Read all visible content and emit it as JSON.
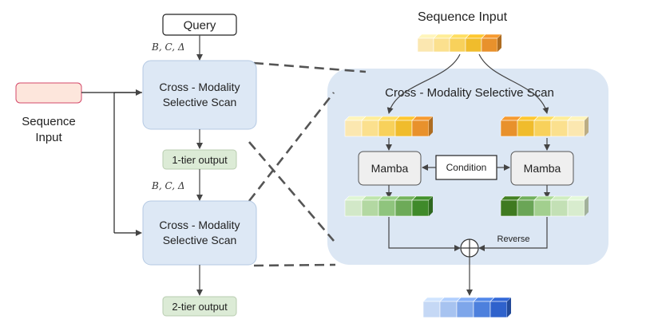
{
  "query": "Query",
  "params_top": "B, C, Δ",
  "params_mid": "B, C, Δ",
  "sequence_input_left": [
    "Sequence",
    "Input"
  ],
  "scan_top": [
    "Cross - Modality",
    "Selective Scan"
  ],
  "scan_bottom": [
    "Cross - Modality",
    "Selective Scan"
  ],
  "tier1": "1-tier output",
  "tier2": "2-tier output",
  "detail": {
    "sequence_input": "Sequence Input",
    "title": "Cross - Modality Selective Scan",
    "mamba_left": "Mamba",
    "mamba_right": "Mamba",
    "condition": "Condition",
    "reverse": "Reverse"
  },
  "colors": {
    "scan_box": "#dde8f5",
    "panel": "#dce7f4",
    "tier_box": "#dcebd6",
    "seq_box": "#fde6dc",
    "seq_box_border": "#d4486a",
    "mamba_box": "#efefef",
    "input_cubes": [
      "#fbe7b0",
      "#fbe08e",
      "#f8d15b",
      "#f0bc2c",
      "#e8912c"
    ],
    "reverse_cubes": [
      "#e8912c",
      "#f0bc2c",
      "#f8d15b",
      "#fbe08e",
      "#fbe7b0"
    ],
    "green_left": [
      "#d2e8c8",
      "#b3d8a2",
      "#8fc47d",
      "#6daa58",
      "#3f8a2a"
    ],
    "green_right": [
      "#3f7a20",
      "#6aa556",
      "#a2cf8e",
      "#c3e0b5",
      "#d8ecce"
    ],
    "output_cubes": [
      "#c5d8f5",
      "#a7c3f0",
      "#7ea6ea",
      "#4d80dd",
      "#2f62cc"
    ]
  }
}
